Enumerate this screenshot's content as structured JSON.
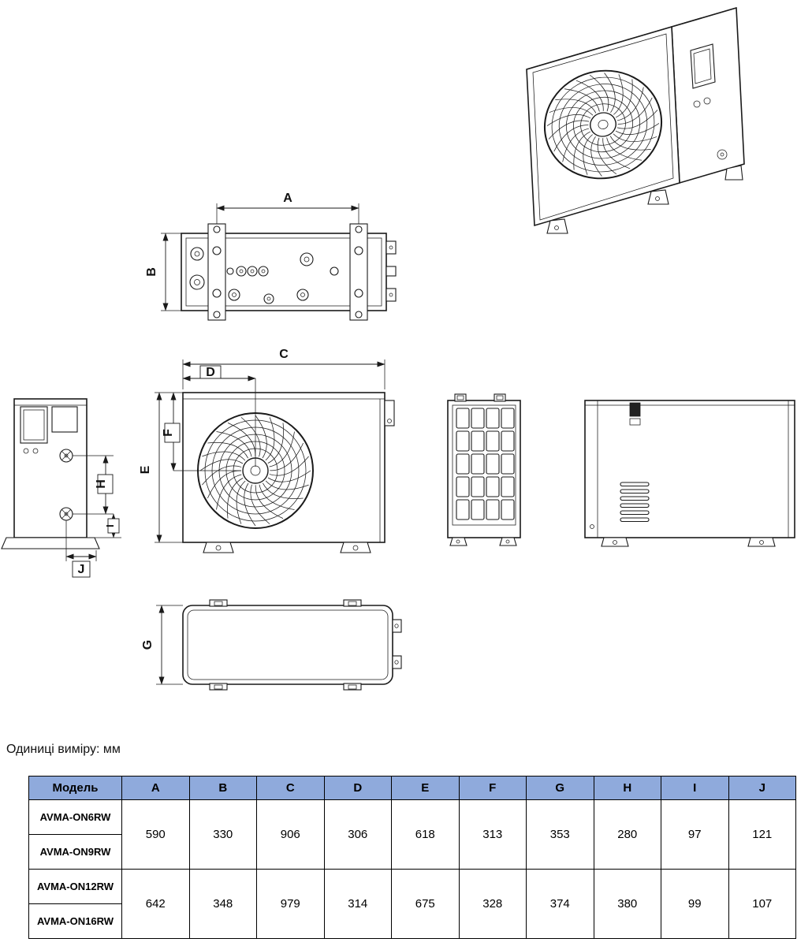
{
  "units_label": "Одиниці виміру: мм",
  "dims": {
    "A": "A",
    "B": "B",
    "C": "C",
    "D": "D",
    "E": "E",
    "F": "F",
    "G": "G",
    "H": "H",
    "I": "I",
    "J": "J"
  },
  "colors": {
    "table_header_bg": "#8faadc",
    "table_border": "#000000",
    "drawing_line": "#1a1a1a"
  },
  "table": {
    "header_model": "Модель",
    "dim_headers": [
      "A",
      "B",
      "C",
      "D",
      "E",
      "F",
      "G",
      "H",
      "I",
      "J"
    ],
    "groups": [
      {
        "models": [
          "AVMA-ON6RW",
          "AVMA-ON9RW"
        ],
        "values": [
          "590",
          "330",
          "906",
          "306",
          "618",
          "313",
          "353",
          "280",
          "97",
          "121"
        ]
      },
      {
        "models": [
          "AVMA-ON12RW",
          "AVMA-ON16RW"
        ],
        "values": [
          "642",
          "348",
          "979",
          "314",
          "675",
          "328",
          "374",
          "380",
          "99",
          "107"
        ]
      }
    ]
  }
}
